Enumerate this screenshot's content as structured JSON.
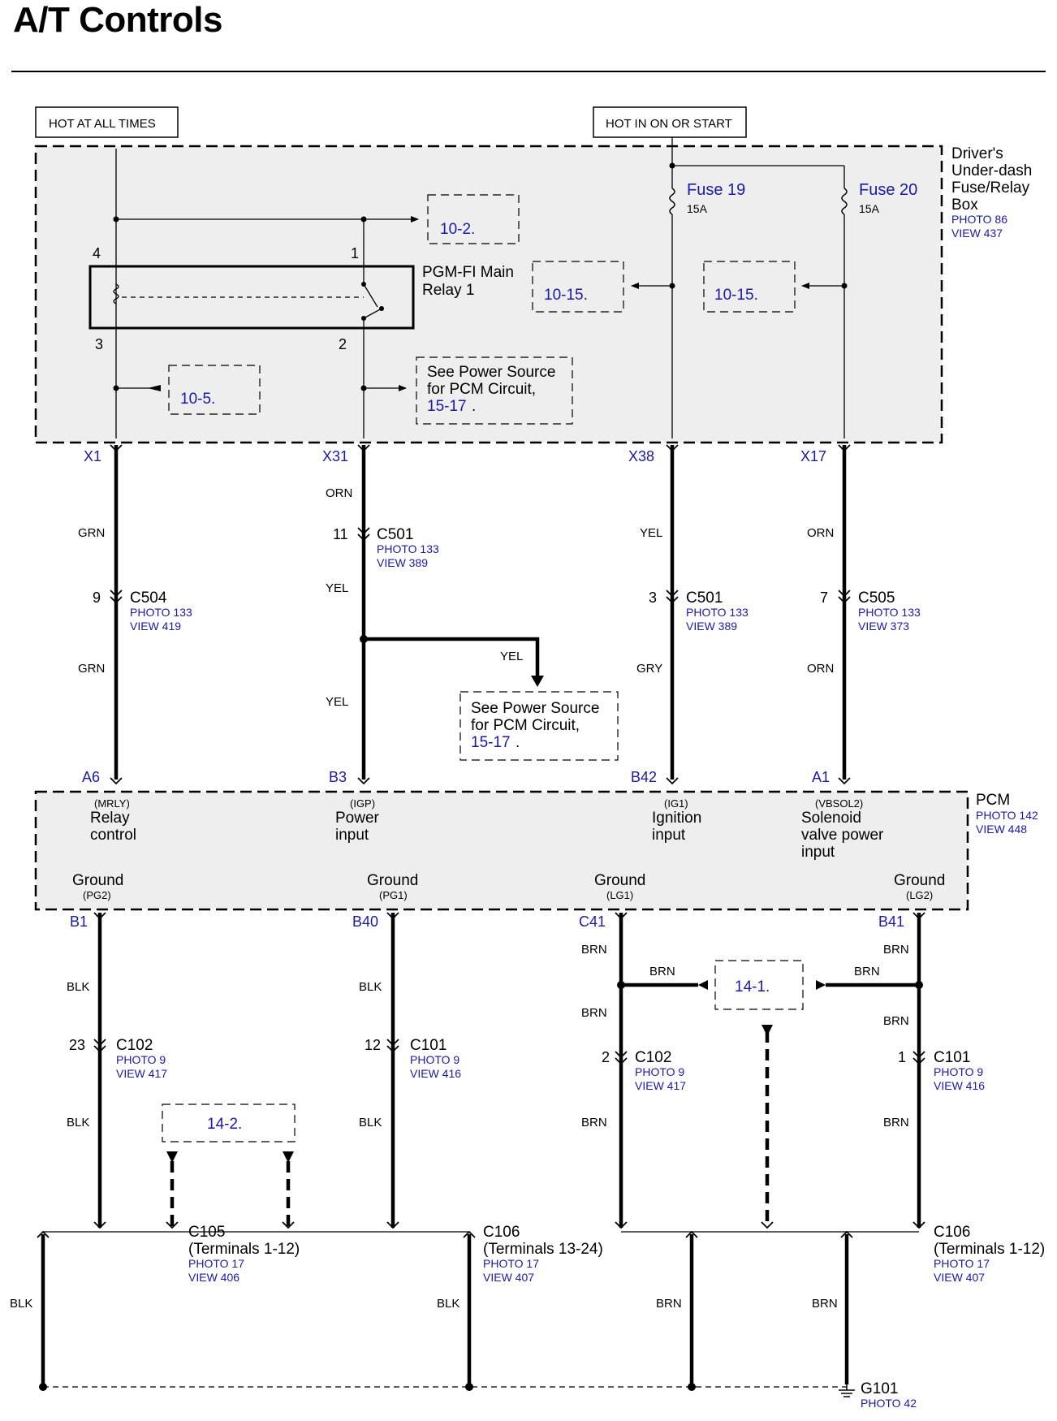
{
  "title": "A/T Controls",
  "colors": {
    "link": "#1a1aa6",
    "box_fill": "#eeeeee",
    "wire": "#000000"
  },
  "power": {
    "hot_all": "HOT AT ALL TIMES",
    "hot_on": "HOT IN ON OR START"
  },
  "fuse_box": {
    "name_1": "Driver's",
    "name_2": "Under-dash",
    "name_3": "Fuse/Relay",
    "name_4": "Box",
    "photo": "PHOTO 86",
    "view": "VIEW 437"
  },
  "fuses": [
    {
      "name": "Fuse 19",
      "rating": "15A"
    },
    {
      "name": "Fuse 20",
      "rating": "15A"
    }
  ],
  "relay": {
    "name_1": "PGM-FI Main",
    "name_2": "Relay 1",
    "pin_4": "4",
    "pin_1": "1",
    "pin_3": "3",
    "pin_2": "2"
  },
  "refs": {
    "r10_2": "10-2.",
    "r10_15a": "10-15.",
    "r10_15b": "10-15.",
    "r10_5": "10-5.",
    "ps1_1": "See Power Source",
    "ps1_2": "for PCM Circuit,",
    "ps1_3": "15-17",
    "ps2_1": "See Power Source",
    "ps2_2": "for PCM Circuit,",
    "ps2_3": "15-17",
    "r14_1": "14-1.",
    "r14_2": "14-2."
  },
  "terminals_top": {
    "x1": "X1",
    "x31": "X31",
    "x38": "X38",
    "x17": "X17"
  },
  "wire_colors": {
    "grn": "GRN",
    "orn": "ORN",
    "yel": "YEL",
    "gry": "GRY",
    "blk": "BLK",
    "brn": "BRN"
  },
  "connectors": {
    "c504": {
      "pin": "9",
      "name": "C504",
      "photo": "PHOTO 133",
      "view": "VIEW 419"
    },
    "c501a": {
      "pin": "11",
      "name": "C501",
      "photo": "PHOTO 133",
      "view": "VIEW 389"
    },
    "c501b": {
      "pin": "3",
      "name": "C501",
      "photo": "PHOTO 133",
      "view": "VIEW 389"
    },
    "c505": {
      "pin": "7",
      "name": "C505",
      "photo": "PHOTO 133",
      "view": "VIEW 373"
    },
    "c102a": {
      "pin": "23",
      "name": "C102",
      "photo": "PHOTO 9",
      "view": "VIEW 417"
    },
    "c101a": {
      "pin": "12",
      "name": "C101",
      "photo": "PHOTO 9",
      "view": "VIEW 416"
    },
    "c102b": {
      "pin": "2",
      "name": "C102",
      "photo": "PHOTO 9",
      "view": "VIEW 417"
    },
    "c101b": {
      "pin": "1",
      "name": "C101",
      "photo": "PHOTO 9",
      "view": "VIEW 416"
    },
    "c105": {
      "name": "C105",
      "term": "(Terminals 1-12)",
      "photo": "PHOTO 17",
      "view": "VIEW 406"
    },
    "c106a": {
      "name": "C106",
      "term": "(Terminals 13-24)",
      "photo": "PHOTO 17",
      "view": "VIEW 407"
    },
    "c106b": {
      "name": "C106",
      "term": "(Terminals 1-12)",
      "photo": "PHOTO 17",
      "view": "VIEW 407"
    }
  },
  "pcm": {
    "name": "PCM",
    "photo": "PHOTO 142",
    "view": "VIEW 448",
    "pins_top": {
      "a6": "A6",
      "b3": "B3",
      "b42": "B42",
      "a1": "A1"
    },
    "mrly": "(MRLY)",
    "relay_1": "Relay",
    "relay_2": "control",
    "igp": "(IGP)",
    "power_1": "Power",
    "power_2": "input",
    "ig1": "(IG1)",
    "ign_1": "Ignition",
    "ign_2": "input",
    "vbsol2": "(VBSOL2)",
    "sol_1": "Solenoid",
    "sol_2": "valve power",
    "sol_3": "input",
    "ground": "Ground",
    "pg2": "(PG2)",
    "pg1": "(PG1)",
    "lg1": "(LG1)",
    "lg2": "(LG2)",
    "pins_bottom": {
      "b1": "B1",
      "b40": "B40",
      "c41": "C41",
      "b41": "B41"
    }
  },
  "ground": {
    "name": "G101",
    "photo": "PHOTO 42"
  }
}
